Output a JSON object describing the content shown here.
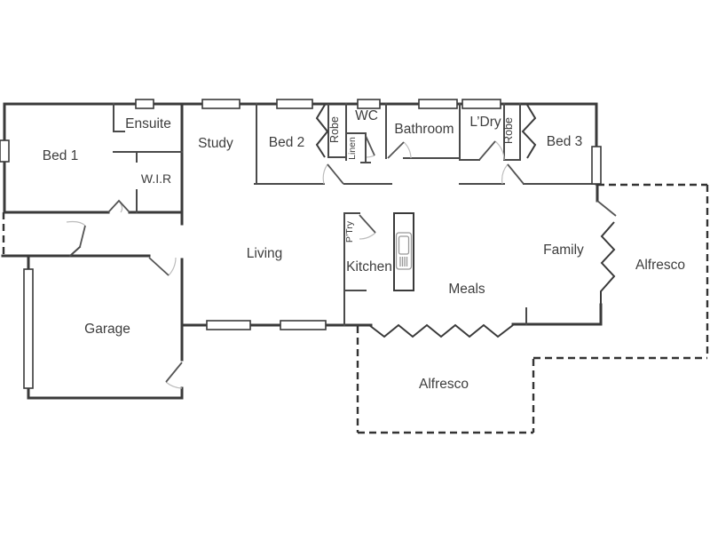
{
  "floorplan": {
    "type": "residential-floor-plan",
    "colors": {
      "background": "#ffffff",
      "wall": "#3a3a3a",
      "label": "#3d3d3d",
      "door_swing": "#bcbcbc"
    },
    "rooms": {
      "bed1": {
        "label": "Bed 1"
      },
      "ensuite": {
        "label": "Ensuite"
      },
      "wir": {
        "label": "W.I.R"
      },
      "study": {
        "label": "Study"
      },
      "bed2": {
        "label": "Bed 2"
      },
      "robe_bed2": {
        "label": "Robe"
      },
      "linen": {
        "label": "Linen"
      },
      "wc": {
        "label": "WC"
      },
      "bathroom": {
        "label": "Bathroom"
      },
      "ldry": {
        "label": "L’Dry"
      },
      "robe_bed3": {
        "label": "Robe"
      },
      "bed3": {
        "label": "Bed 3"
      },
      "living": {
        "label": "Living"
      },
      "ptry": {
        "label": "P’Try"
      },
      "kitchen": {
        "label": "Kitchen"
      },
      "meals": {
        "label": "Meals"
      },
      "family": {
        "label": "Family"
      },
      "alfresco_side": {
        "label": "Alfresco"
      },
      "garage": {
        "label": "Garage"
      },
      "alfresco_rear": {
        "label": "Alfresco"
      }
    }
  }
}
